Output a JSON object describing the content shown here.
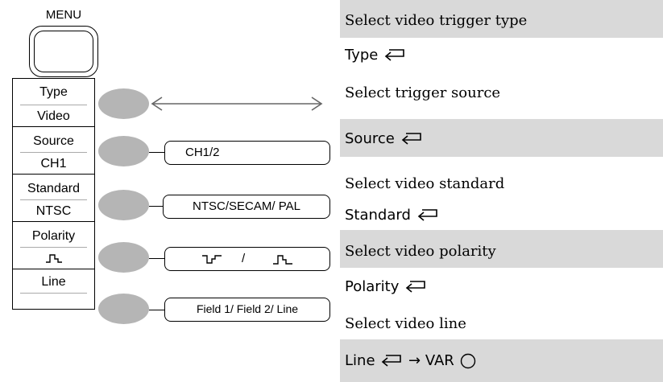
{
  "menu": {
    "label": "MENU"
  },
  "softkeys": [
    {
      "title": "Type",
      "value": "Video"
    },
    {
      "title": "Source",
      "value": "CH1"
    },
    {
      "title": "Standard",
      "value": "NTSC"
    },
    {
      "title": "Polarity",
      "value": ""
    },
    {
      "title": "Line",
      "value": ""
    }
  ],
  "options": {
    "source": "CH1/2",
    "standard": "NTSC/SECAM/ PAL",
    "polarity_separator": "/",
    "line": "Field 1/ Field 2/ Line"
  },
  "descriptions": [
    {
      "text": "Select video trigger type",
      "nav": "Type"
    },
    {
      "text": "Select trigger source",
      "nav": "Source"
    },
    {
      "text": "Select video standard",
      "nav": "Standard"
    },
    {
      "text": "Select video polarity",
      "nav": "Polarity"
    },
    {
      "text": "Select video line",
      "nav": "Line",
      "nav_arrow": "→",
      "nav_extra": "VAR"
    }
  ],
  "icons": {
    "enter": "return-arrow-icon",
    "knob": "variable-knob-icon",
    "polarity": "pulse-waveform-icon"
  },
  "colors": {
    "softkey": "#b5b5b5",
    "shaded_band": "#d9d9d9",
    "divider_gray": "#aaaaaa"
  }
}
